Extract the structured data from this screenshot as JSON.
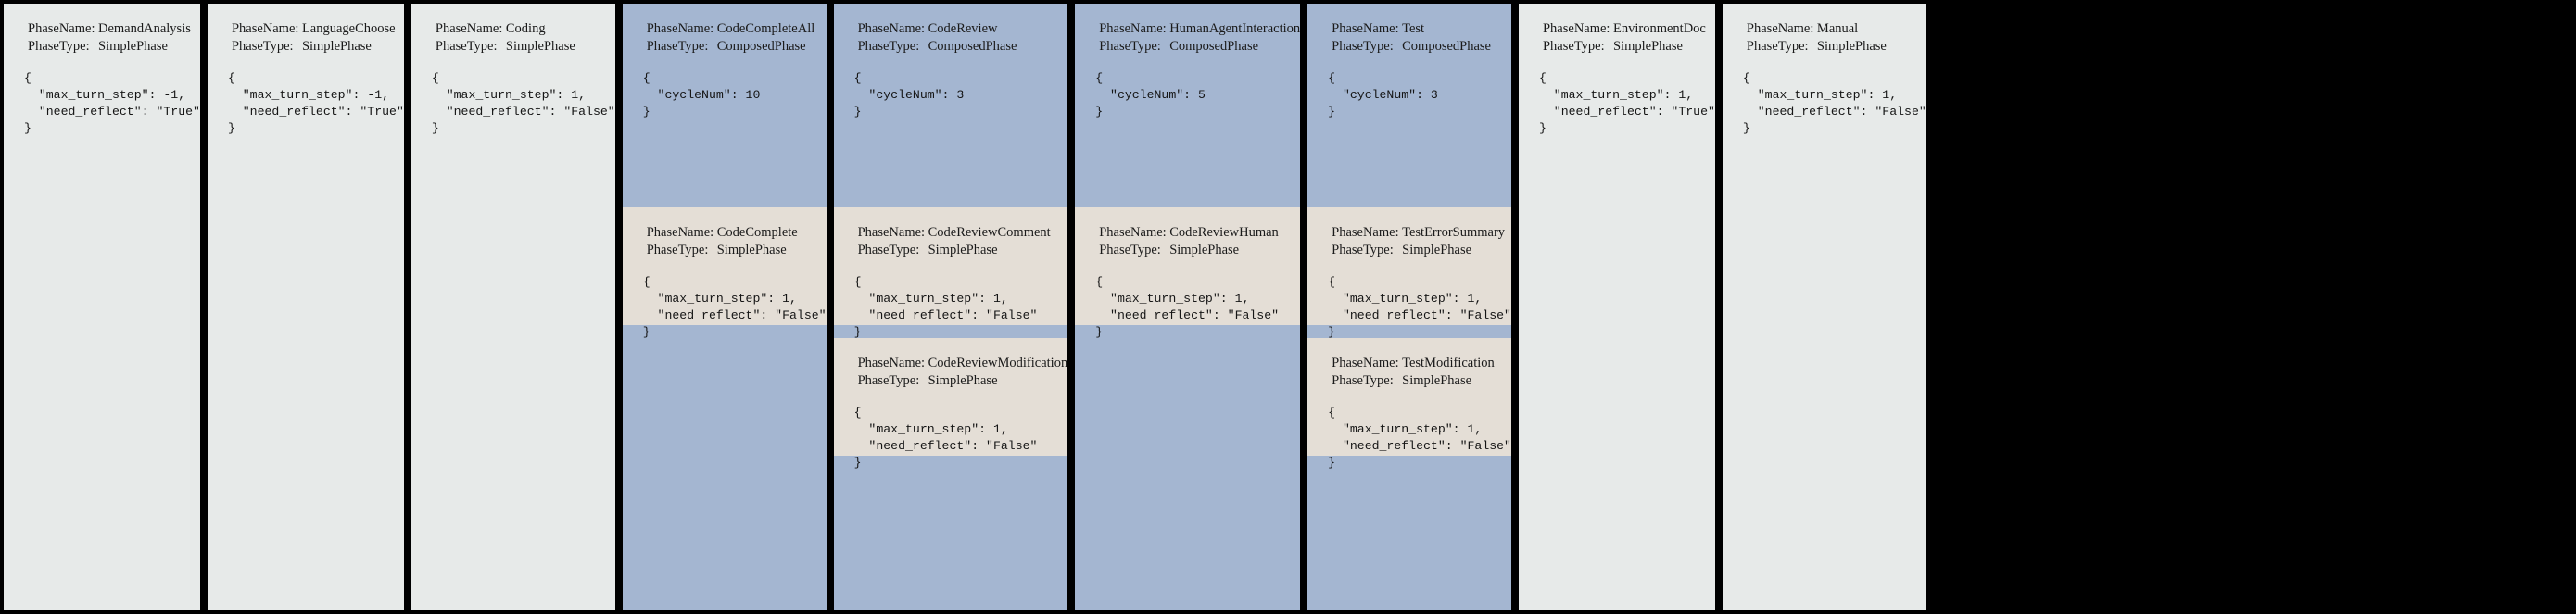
{
  "labels": {
    "phase_name_key": "PhaseName:",
    "phase_type_key": "PhaseType:"
  },
  "panels": [
    {
      "id": "demand-analysis",
      "kind": "simple",
      "name": "DemandAnalysis",
      "type": "SimplePhase",
      "json": "{\n  \"max_turn_step\": -1,\n  \"need_reflect\": \"True\"\n}",
      "subphases": []
    },
    {
      "id": "language-choose",
      "kind": "simple",
      "name": "LanguageChoose",
      "type": "SimplePhase",
      "json": "{\n  \"max_turn_step\": -1,\n  \"need_reflect\": \"True\"\n}",
      "subphases": []
    },
    {
      "id": "coding",
      "kind": "simple",
      "name": "Coding",
      "type": "SimplePhase",
      "json": "{\n  \"max_turn_step\": 1,\n  \"need_reflect\": \"False\"\n}",
      "subphases": []
    },
    {
      "id": "code-complete-all",
      "kind": "composed",
      "name": "CodeCompleteAll",
      "type": "ComposedPhase",
      "json": "{\n  \"cycleNum\": 10\n}",
      "subphases": [
        {
          "id": "code-complete",
          "name": "CodeComplete",
          "type": "SimplePhase",
          "json": "{\n  \"max_turn_step\": 1,\n  \"need_reflect\": \"False\"\n}"
        }
      ]
    },
    {
      "id": "code-review",
      "kind": "composed",
      "name": "CodeReview",
      "type": "ComposedPhase",
      "json": "{\n  \"cycleNum\": 3\n}",
      "subphases": [
        {
          "id": "code-review-comment",
          "name": "CodeReviewComment",
          "type": "SimplePhase",
          "json": "{\n  \"max_turn_step\": 1,\n  \"need_reflect\": \"False\"\n}"
        },
        {
          "id": "code-review-modification",
          "name": "CodeReviewModification",
          "type": "SimplePhase",
          "json": "{\n  \"max_turn_step\": 1,\n  \"need_reflect\": \"False\"\n}"
        }
      ]
    },
    {
      "id": "human-agent-interaction",
      "kind": "composed",
      "name": "HumanAgentInteraction",
      "type": "ComposedPhase",
      "json": "{\n  \"cycleNum\": 5\n}",
      "subphases": [
        {
          "id": "code-review-human",
          "name": "CodeReviewHuman",
          "type": "SimplePhase",
          "json": "{\n  \"max_turn_step\": 1,\n  \"need_reflect\": \"False\"\n}"
        }
      ]
    },
    {
      "id": "test",
      "kind": "composed",
      "name": "Test",
      "type": "ComposedPhase",
      "json": "{\n  \"cycleNum\": 3\n}",
      "subphases": [
        {
          "id": "test-error-summary",
          "name": "TestErrorSummary",
          "type": "SimplePhase",
          "json": "{\n  \"max_turn_step\": 1,\n  \"need_reflect\": \"False\"\n}"
        },
        {
          "id": "test-modification",
          "name": "TestModification",
          "type": "SimplePhase",
          "json": "{\n  \"max_turn_step\": 1,\n  \"need_reflect\": \"False\"\n}"
        }
      ]
    },
    {
      "id": "environment-doc",
      "kind": "simple",
      "name": "EnvironmentDoc",
      "type": "SimplePhase",
      "json": "{\n  \"max_turn_step\": 1,\n  \"need_reflect\": \"True\"\n}",
      "subphases": []
    },
    {
      "id": "manual",
      "kind": "simple",
      "name": "Manual",
      "type": "SimplePhase",
      "json": "{\n  \"max_turn_step\": 1,\n  \"need_reflect\": \"False\"\n}",
      "subphases": []
    }
  ],
  "colors": {
    "background": "#000000",
    "simple_panel": "#e7eae9",
    "composed_panel": "#a4b6d1",
    "subphase_panel": "#e4ded6",
    "text": "#1a1a1a"
  }
}
